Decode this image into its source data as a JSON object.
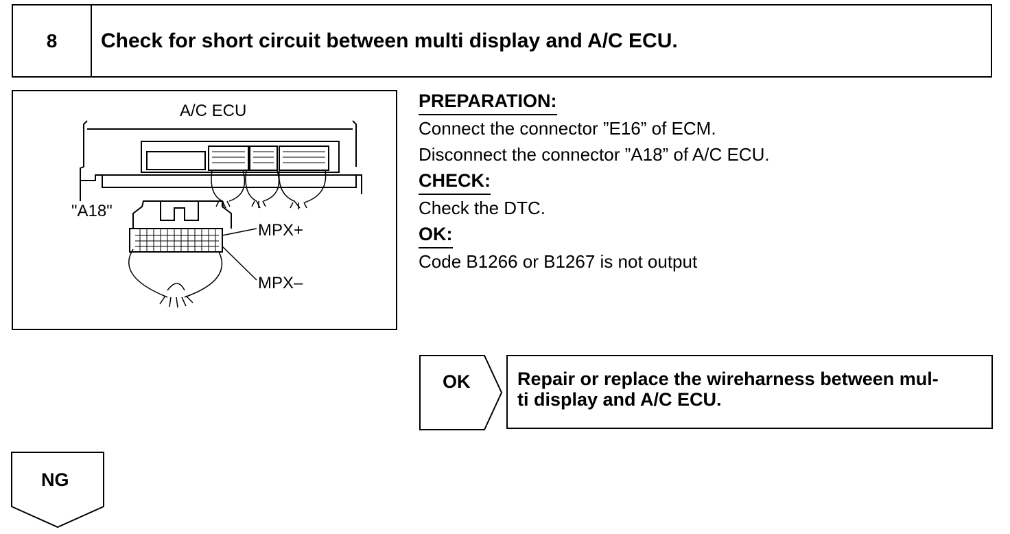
{
  "step": {
    "number": "8",
    "title": "Check for short circuit between multi display and A/C ECU."
  },
  "figure": {
    "ecu_label": "A/C ECU",
    "connector_label": "\"A18\"",
    "pin_plus": "MPX+",
    "pin_minus": "MPX–"
  },
  "procedure": {
    "preparation_heading": "PREPARATION:",
    "preparation_lines": [
      "Connect the connector ”E16” of ECM.",
      "Disconnect the connector ”A18” of A/C ECU."
    ],
    "check_heading": "CHECK:",
    "check_lines": [
      "Check the DTC."
    ],
    "ok_heading": "OK:",
    "ok_lines": [
      "Code B1266 or B1267 is not output"
    ]
  },
  "result_ok": {
    "label": "OK",
    "text_line1": "Repair or replace the wireharness between mul-",
    "text_line2": "ti display and A/C ECU."
  },
  "result_ng": {
    "label": "NG"
  }
}
